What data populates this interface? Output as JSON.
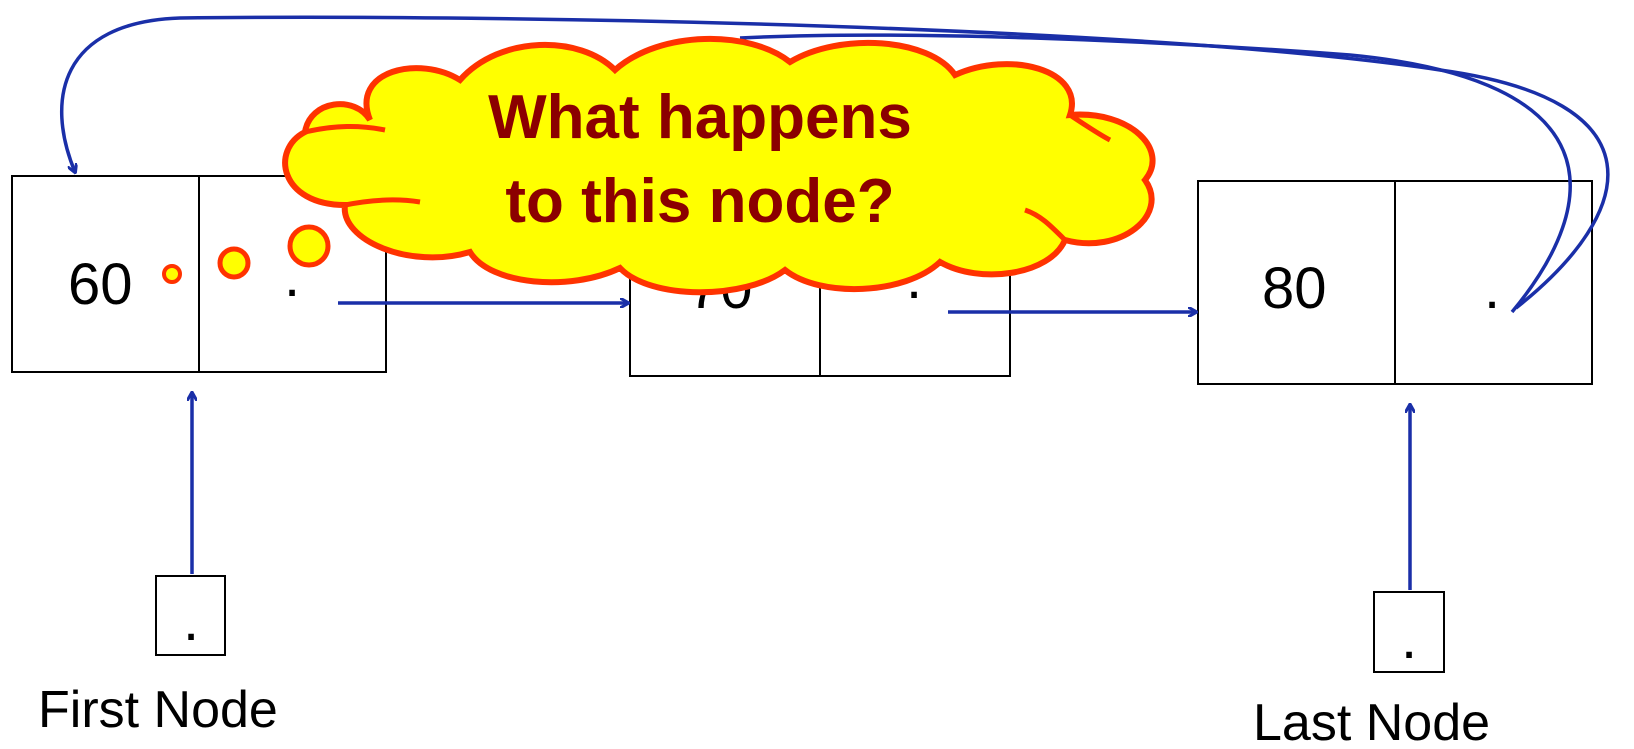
{
  "diagram": {
    "nodes": [
      {
        "value": "60",
        "pointer": "."
      },
      {
        "value": "70",
        "pointer": "."
      },
      {
        "value": "80",
        "pointer": "."
      }
    ],
    "first_pointer": {
      "value": ".",
      "label": "First Node"
    },
    "last_pointer": {
      "value": ".",
      "label": "Last Node"
    },
    "callout": {
      "line1": "What happens",
      "line2": "to this node?"
    }
  },
  "colors": {
    "arrow": "#1a2fa8",
    "callout_fill": "#ffff00",
    "callout_stroke": "#ff3300",
    "callout_text": "#8b0000",
    "box_stroke": "#000000"
  }
}
